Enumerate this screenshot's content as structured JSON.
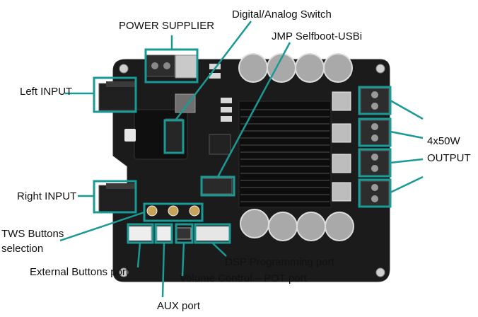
{
  "labels": {
    "power_supplier": "POWER SUPPLIER",
    "digital_analog_switch": "Digital/Analog Switch",
    "jmp_selfboot": "JMP Selfboot-USBi",
    "left_input": "Left INPUT",
    "right_input": "Right INPUT",
    "output_line1": "4x50W",
    "output_line2": "OUTPUT",
    "tws_line1": "TWS Buttons",
    "tws_line2": "selection",
    "external_buttons": "External Buttons port",
    "dsp_programming": "DSP Programming port",
    "volume_control": "Volume Control – POT port",
    "aux_port": "AUX port"
  },
  "colors": {
    "annotation": "#1a9a94",
    "board": "#1b1b1b",
    "heatsink": "#0d0d0d",
    "label_text": "#111111"
  }
}
